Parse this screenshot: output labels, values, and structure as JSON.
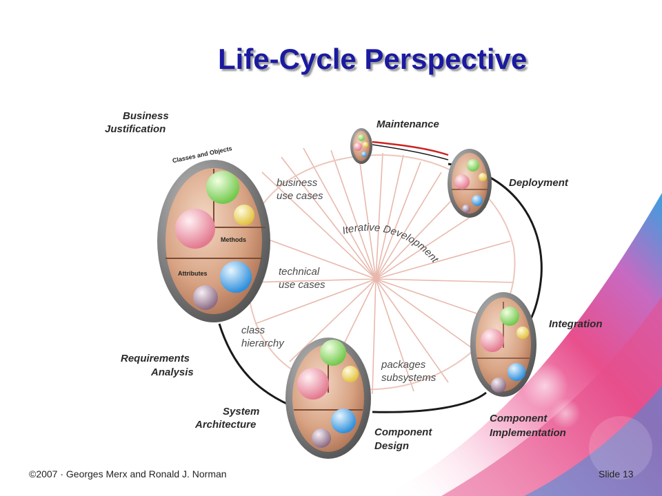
{
  "slide": {
    "title": "Life-Cycle Perspective",
    "footer_left": "©2007 · Georges Merx and Ronald J. Norman",
    "footer_right": "Slide 13"
  },
  "diagram": {
    "center_label": "Iterative Development",
    "stages": {
      "business_justification": [
        "Business",
        "Justification"
      ],
      "maintenance": "Maintenance",
      "deployment": "Deployment",
      "integration": "Integration",
      "component_implementation": [
        "Component",
        "Implementation"
      ],
      "component_design": [
        "Component",
        "Design"
      ],
      "system_architecture": [
        "System",
        "Architecture"
      ],
      "requirements_analysis": [
        "Requirements",
        "Analysis"
      ]
    },
    "inner_labels": {
      "business_use_cases": [
        "business",
        "use cases"
      ],
      "technical_use_cases": [
        "technical",
        "use cases"
      ],
      "class_hierarchy": [
        "class",
        "hierarchy"
      ],
      "packages_subsystems": [
        "packages",
        "subsystems"
      ]
    },
    "egg_labels": {
      "classes_and_objects": "Classes and Objects",
      "methods": "Methods",
      "attributes": "Attributes"
    },
    "colors": {
      "title": "#1a1aa0",
      "ray": "#e8b8ac",
      "cycle_arrow": "#1a1a1a",
      "maintenance_arrow": "#cc2222",
      "egg_fill": "#cf9b7c",
      "egg_rim": "#6d6d6d"
    }
  }
}
